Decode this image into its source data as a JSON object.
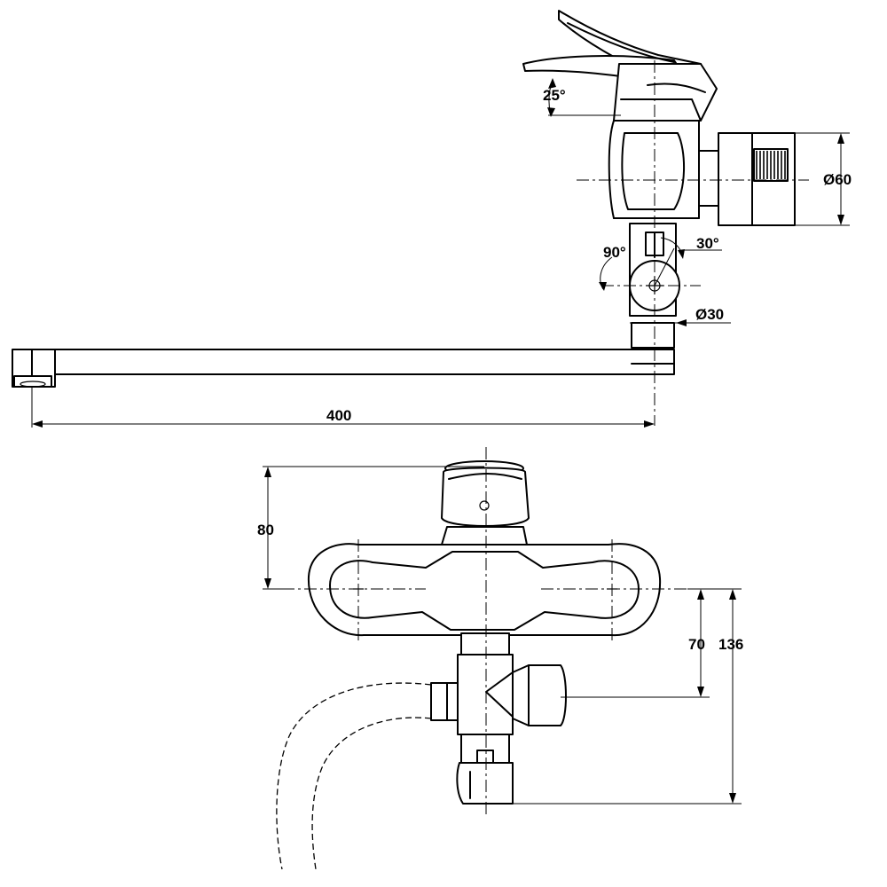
{
  "dimensions": {
    "lever_angle": "25°",
    "connection_diameter": "Ø60",
    "diverter_angle_left": "90°",
    "diverter_angle_right": "30°",
    "body_diameter": "Ø30",
    "spout_length": "400",
    "handle_height": "80",
    "outlet_offset": "70",
    "total_height": "136"
  }
}
